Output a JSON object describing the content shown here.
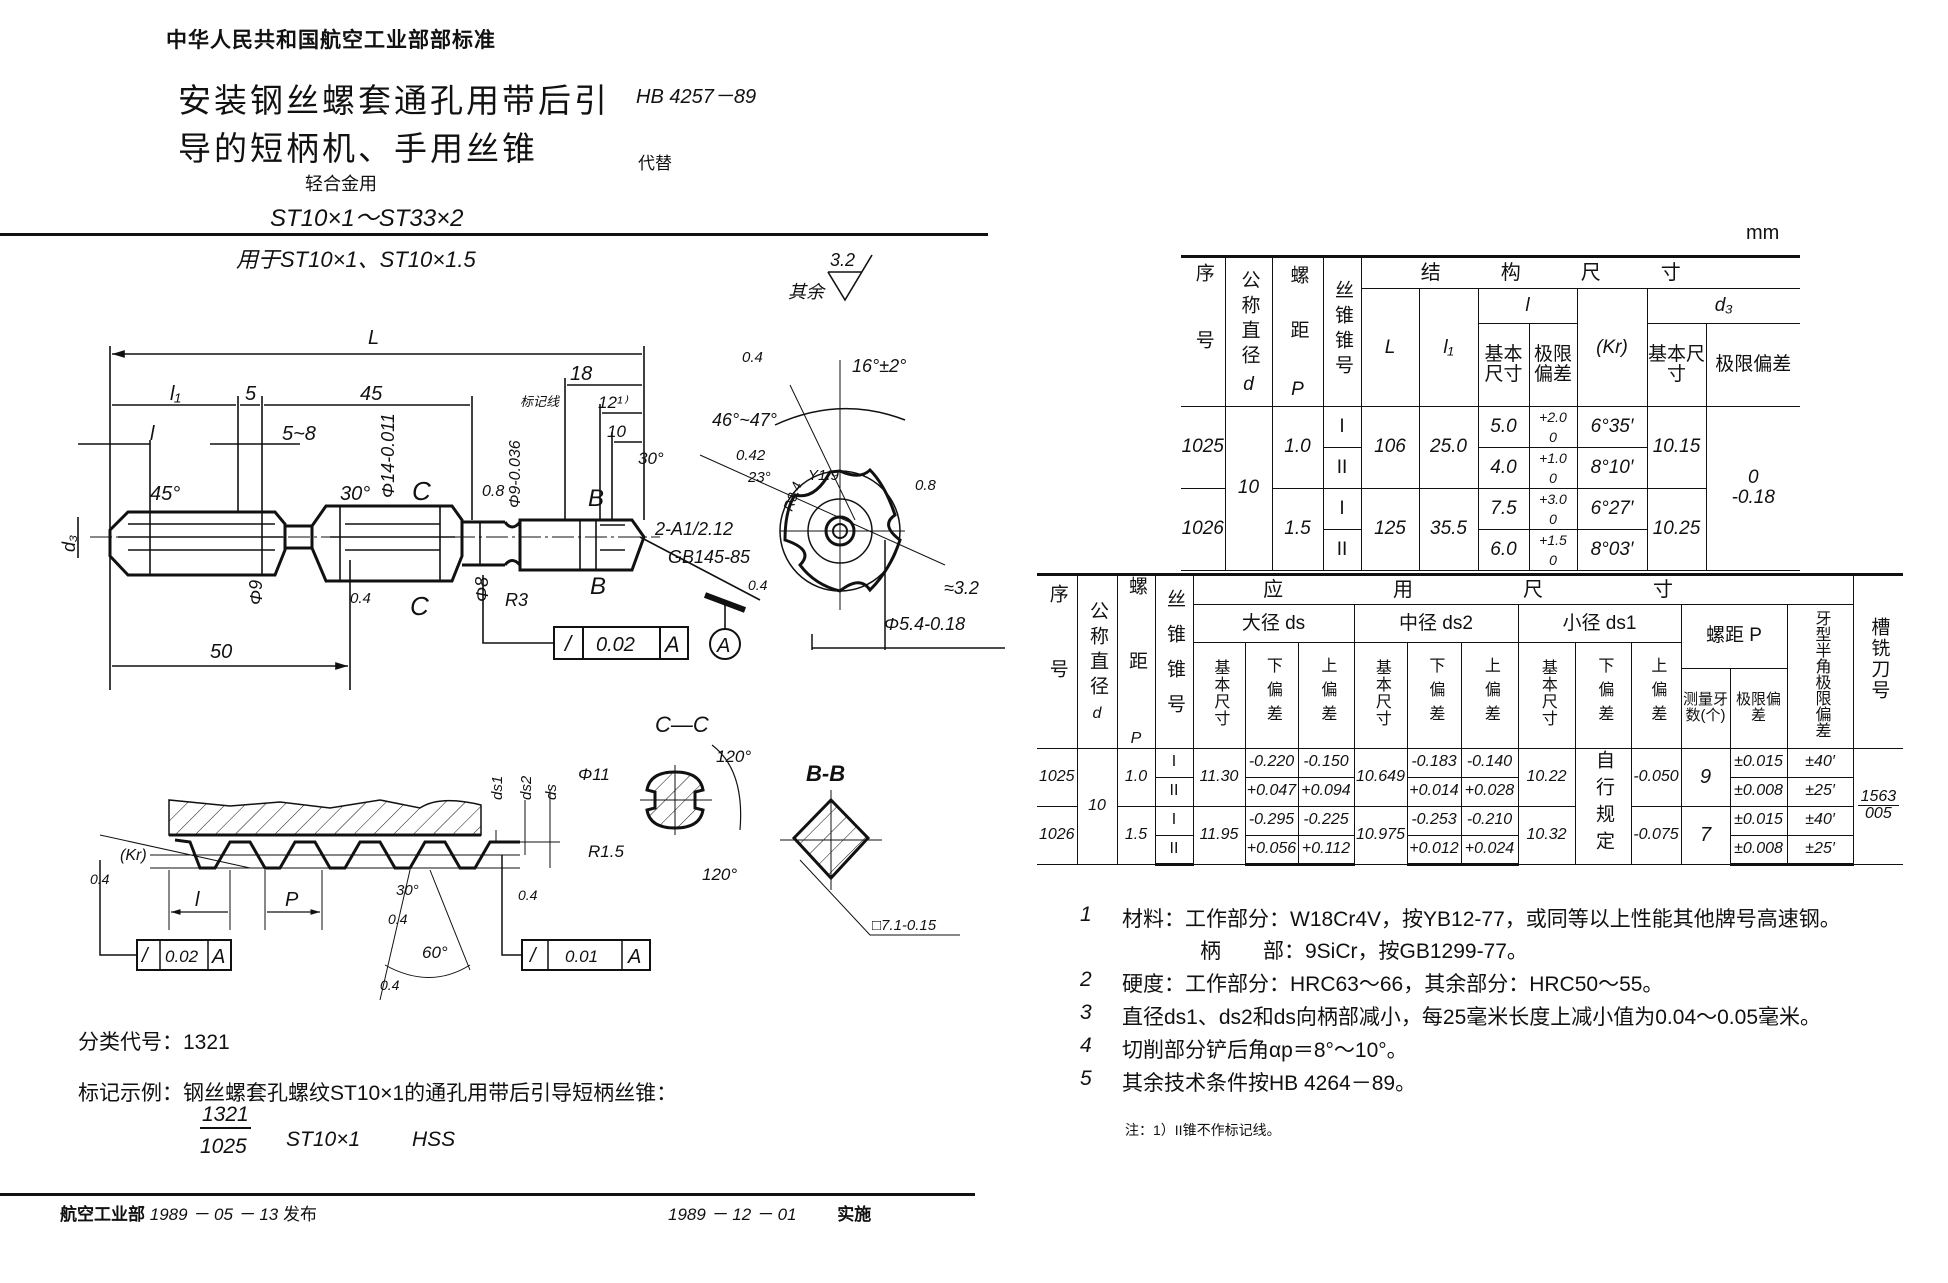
{
  "header": {
    "org": "中华人民共和国航空工业部部标准",
    "title_line1": "安装钢丝螺套通孔用带后引",
    "title_line2": "导的短柄机、手用丝锥",
    "subtitle": "轻合金用",
    "range": "ST10×1～ST33×2",
    "std_no": "HB 4257－89",
    "replaces": "代替"
  },
  "drawing": {
    "applies_to": "用于ST10×1、ST10×1.5",
    "rest_label": "其余",
    "rest_value": "3.2",
    "labels": {
      "L": "L",
      "l1": "l₁",
      "five": "5",
      "fortyfive": "45",
      "eighteen": "18",
      "twelve": "12¹⁾",
      "ten": "10",
      "five_eight": "5~8",
      "l": "l",
      "ang45": "45°",
      "ang30": "30°",
      "phi14": "Φ14-0.011",
      "c_top": "C",
      "c_bot": "C",
      "r08": "0.8",
      "phi9_tol": "Φ9-0.036",
      "mark_line": "标记线",
      "ang30b": "30°",
      "b_top": "B",
      "b_bot": "B",
      "center_hole": "2-A1/2.12",
      "center_std": "GB145-85",
      "phi9": "Φ9",
      "r04": "0.4",
      "phi8": "Φ8",
      "r3": "R3",
      "fifty": "50",
      "d3": "d₃",
      "fcf1_sym": "/",
      "fcf1_val": "0.02",
      "fcf1_ref": "A",
      "datum": "A",
      "ev_16": "16°±2°",
      "ev_04": "0.4",
      "ev_46": "46°~47°",
      "ev_042": "0.42",
      "ev_23": "23°",
      "ev_y19": "Y1.9",
      "ev_r34": "R3.4",
      "ev_08": "0.8",
      "ev_32": "≈3.2",
      "ev_phi54": "Φ5.4-0.18",
      "ev_04b": "0.4",
      "cc": "C—C",
      "bb": "B-B",
      "phi11": "Φ11",
      "ang120a": "120°",
      "ang120b": "120°",
      "r15": "R1.5",
      "sq71": "□7.1-0.15",
      "kr": "(Kr)",
      "th_04a": "0.4",
      "th_l": "l",
      "th_p": "P",
      "th_30": "30°",
      "th_04b": "0.4",
      "th_60": "60°",
      "th_04c": "0.4",
      "th_04d": "0.4",
      "ds1": "ds1",
      "ds2": "ds2",
      "ds": "ds",
      "fcf2_sym": "/",
      "fcf2_val": "0.02",
      "fcf2_ref": "A",
      "fcf3_sym": "/",
      "fcf3_val": "0.01",
      "fcf3_ref": "A"
    }
  },
  "units": "mm",
  "table1": {
    "headers": {
      "seq": "序号",
      "nominal": "公称直径",
      "nominal_sym": "d",
      "pitch": "螺距",
      "pitch_sym": "P",
      "taper": "丝锥锥号",
      "group": "结构尺寸",
      "L": "L",
      "l1": "l₁",
      "l": "l",
      "kr": "(Kr)",
      "d3": "d₃",
      "basic": "基本尺寸",
      "limit": "极限偏差",
      "basic2": "基本尺寸",
      "limit2": "极限偏差"
    },
    "rows": [
      {
        "seq": "1025",
        "d": "10",
        "p": "1.0",
        "taper": [
          "I",
          "II"
        ],
        "L": "106",
        "l1": "25.0",
        "l_basic": [
          "5.0",
          "4.0"
        ],
        "l_dev": [
          [
            "+2.0",
            "0"
          ],
          [
            "+1.0",
            "0"
          ]
        ],
        "kr": [
          "6°35′",
          "8°10′"
        ],
        "d3": "10.15",
        "d3_dev": [
          "0",
          "-0.18"
        ]
      },
      {
        "seq": "1026",
        "p": "1.5",
        "taper": [
          "I",
          "II"
        ],
        "L": "125",
        "l1": "35.5",
        "l_basic": [
          "7.5",
          "6.0"
        ],
        "l_dev": [
          [
            "+3.0",
            "0"
          ],
          [
            "+1.5",
            "0"
          ]
        ],
        "kr": [
          "6°27′",
          "8°03′"
        ],
        "d3": "10.25"
      }
    ]
  },
  "table2": {
    "headers": {
      "seq": "序号",
      "nominal": "公称直径",
      "nominal_sym": "d",
      "pitch": "螺距",
      "pitch_sym": "P",
      "taper": "丝锥锥号",
      "group": "应用尺寸",
      "major": "大径 ds",
      "pitch_dia": "中径 ds2",
      "minor": "小径 ds1",
      "pitch_p": "螺距 P",
      "half_angle": "牙型半角极限偏差",
      "cutter": "槽铣刀号",
      "basic": "基本尺寸",
      "lower": "下偏差",
      "upper": "上偏差",
      "count": "测量牙数(个)",
      "limit": "极限偏差"
    },
    "rows": [
      {
        "seq": "1025",
        "d": "10",
        "p": "1.0",
        "taper": [
          "I",
          "II"
        ],
        "major": "11.30",
        "major_lo": [
          "-0.220",
          "+0.047"
        ],
        "major_hi": [
          "-0.150",
          "+0.094"
        ],
        "pd": "10.649",
        "pd_lo": [
          "-0.183",
          "+0.014"
        ],
        "pd_hi": [
          "-0.140",
          "+0.028"
        ],
        "minor": "10.22",
        "minor_lo": "自行规定",
        "minor_hi": "-0.050",
        "count": "9",
        "p_dev": [
          "±0.015",
          "±0.008"
        ],
        "half": [
          "±40′",
          "±25′"
        ],
        "cutter_num": "1563",
        "cutter_den": "005"
      },
      {
        "seq": "1026",
        "p": "1.5",
        "taper": [
          "I",
          "II"
        ],
        "major": "11.95",
        "major_lo": [
          "-0.295",
          "+0.056"
        ],
        "major_hi": [
          "-0.225",
          "+0.112"
        ],
        "pd": "10.975",
        "pd_lo": [
          "-0.253",
          "+0.012"
        ],
        "pd_hi": [
          "-0.210",
          "+0.024"
        ],
        "minor": "10.32",
        "minor_hi": "-0.075",
        "count": "7",
        "p_dev": [
          "±0.015",
          "±0.008"
        ],
        "half": [
          "±40′",
          "±25′"
        ]
      }
    ]
  },
  "notes": [
    {
      "n": "1",
      "text": "材料：工作部分：W18Cr4V，按YB12-77，或同等以上性能其他牌号高速钢。"
    },
    {
      "n": "",
      "text": "柄　　部：9SiCr，按GB1299-77。"
    },
    {
      "n": "2",
      "text": "硬度：工作部分：HRC63～66，其余部分：HRC50～55。"
    },
    {
      "n": "3",
      "text": "直径ds1、ds2和ds向柄部减小，每25毫米长度上减小值为0.04～0.05毫米。"
    },
    {
      "n": "4",
      "text": "切削部分铲后角αp＝8°～10°。"
    },
    {
      "n": "5",
      "text": "其余技术条件按HB 4264－89。"
    }
  ],
  "footnote": "注：1）II锥不作标记线。",
  "classification": "分类代号：1321",
  "marking": {
    "label": "标记示例：钢丝螺套孔螺纹ST10×1的通孔用带后引导短柄丝锥：",
    "numerator": "1321",
    "denominator": "1025",
    "spec": "ST10×1",
    "material": "HSS"
  },
  "footer": {
    "issuer": "航空工业部",
    "issue_date": "1989 － 05 － 13",
    "issue_word": "发布",
    "effective_date": "1989 － 12 － 01",
    "effective_word": "实施"
  }
}
